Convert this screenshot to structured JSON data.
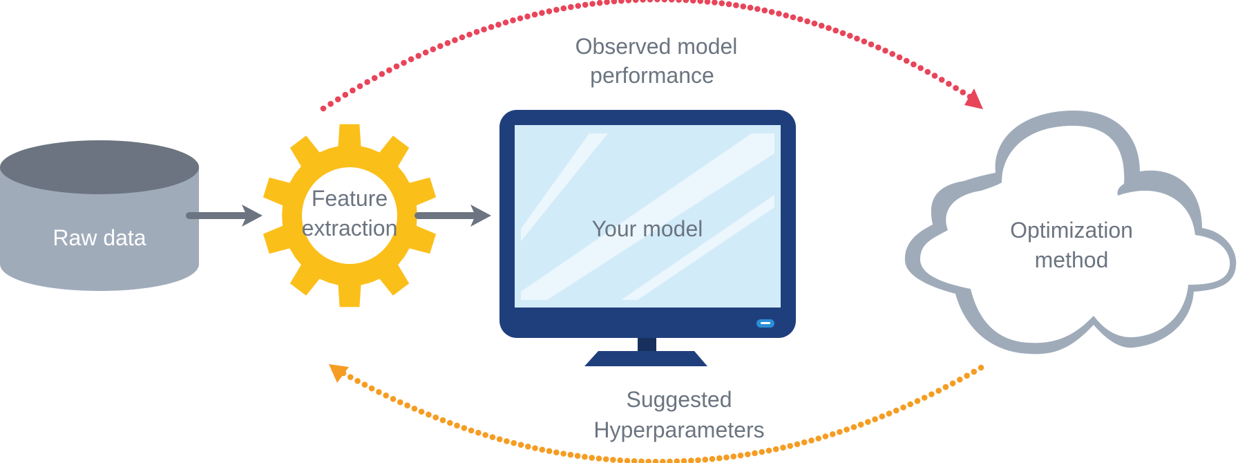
{
  "diagram": {
    "title": "Hyperparameter optimization loop",
    "nodes": [
      {
        "id": "raw-data",
        "label": "Raw data",
        "shape": "cylinder"
      },
      {
        "id": "feature-extraction",
        "label_lines": [
          "Feature",
          "extraction"
        ],
        "shape": "gear"
      },
      {
        "id": "your-model",
        "label": "Your model",
        "shape": "monitor"
      },
      {
        "id": "optimization-method",
        "label_lines": [
          "Optimization",
          "method"
        ],
        "shape": "cloud"
      }
    ],
    "edges": [
      {
        "from": "raw-data",
        "to": "feature-extraction",
        "style": "solid-arrow"
      },
      {
        "from": "feature-extraction",
        "to": "your-model",
        "style": "solid-arrow"
      },
      {
        "from": "feature-extraction",
        "to": "optimization-method",
        "style": "dotted-arc",
        "label_lines": [
          "Observed model",
          "performance"
        ]
      },
      {
        "from": "optimization-method",
        "to": "feature-extraction",
        "style": "dotted-arc",
        "label_lines": [
          "Suggested",
          "Hyperparameters"
        ]
      }
    ],
    "colors": {
      "text": "#6b7480",
      "cylinder_top": "#6b7480",
      "cylinder_body": "#a0abba",
      "gear": "#fbbf1a",
      "arrow": "#6b7480",
      "monitor_frame": "#1f3f7c",
      "monitor_neck": "#17305d",
      "monitor_screen": "#d2ebf8",
      "monitor_glare": "#eef7fd",
      "monitor_button": "#2a8fd8",
      "cloud_stroke": "#a0abba",
      "arc_top": "#e8455a",
      "arc_bottom": "#f59d23"
    }
  }
}
